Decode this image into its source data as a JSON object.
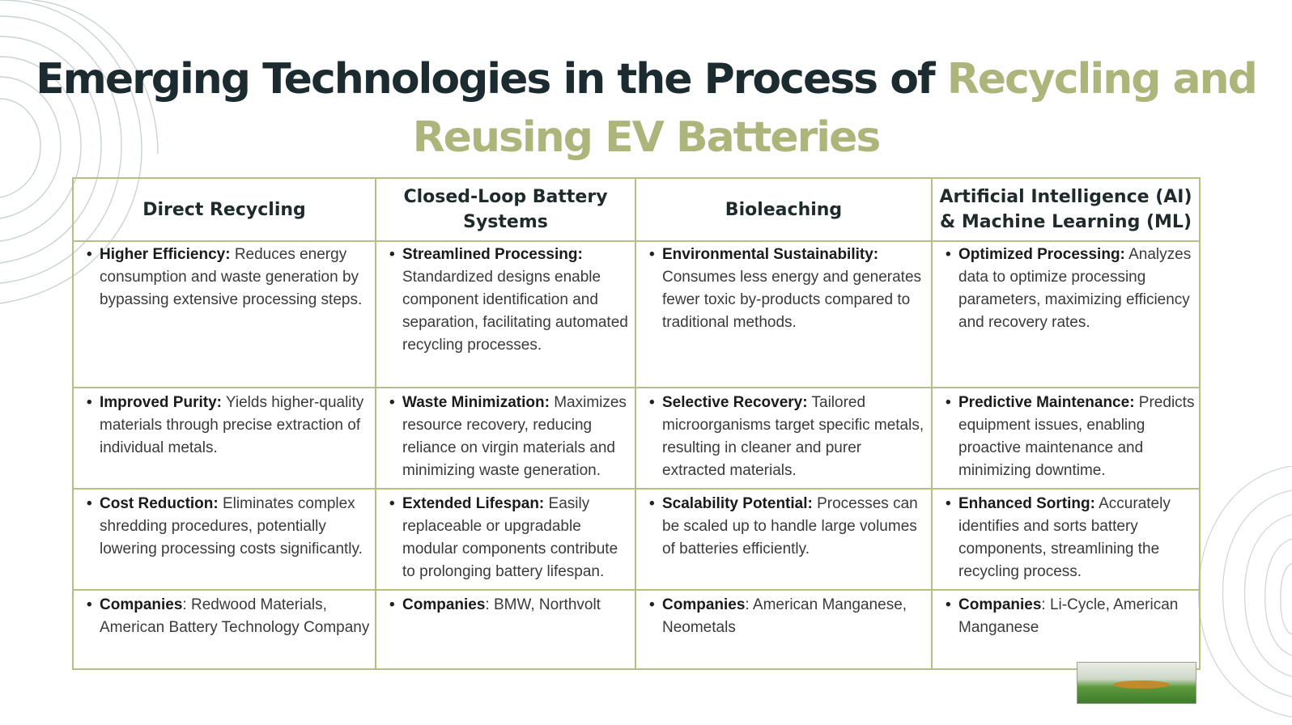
{
  "title": {
    "part1": "Emerging Technologies in the Process of ",
    "part2_accent": "Recycling and",
    "line2_accent": "Reusing EV Batteries"
  },
  "colors": {
    "title_dark": "#1b2b2f",
    "title_accent": "#aeb57a",
    "table_border": "#b8bd86"
  },
  "table": {
    "headers": [
      "Direct Recycling",
      "Closed-Loop Battery Systems",
      "Bioleaching",
      "Artificial Intelligence (AI) & Machine Learning (ML)"
    ],
    "rows": [
      [
        {
          "bold": "Higher Efficiency:",
          "text": " Reduces energy consumption and waste generation by bypassing extensive processing steps."
        },
        {
          "bold": "Streamlined Processing:",
          "text": " Standardized designs enable component identification and separation, facilitating automated recycling processes."
        },
        {
          "bold": "Environmental Sustainability:",
          "text": " Consumes less energy and generates fewer toxic by-products compared to traditional methods."
        },
        {
          "bold": "Optimized Processing:",
          "text": " Analyzes data to optimize processing parameters, maximizing efficiency and recovery rates."
        }
      ],
      [
        {
          "bold": "Improved Purity:",
          "text": " Yields higher-quality materials through precise extraction of individual metals."
        },
        {
          "bold": "Waste Minimization:",
          "text": " Maximizes resource recovery, reducing reliance on virgin materials and minimizing waste generation."
        },
        {
          "bold": "Selective Recovery:",
          "text": " Tailored microorganisms target specific metals, resulting in cleaner and purer extracted materials."
        },
        {
          "bold": "Predictive Maintenance:",
          "text": " Predicts equipment issues, enabling proactive maintenance and minimizing downtime."
        }
      ],
      [
        {
          "bold": "Cost Reduction:",
          "text": " Eliminates complex shredding procedures, potentially lowering processing costs significantly."
        },
        {
          "bold": "Extended Lifespan:",
          "text": " Easily replaceable or upgradable modular components contribute to prolonging battery lifespan."
        },
        {
          "bold": "Scalability Potential:",
          "text": " Processes can be scaled up to handle large volumes of batteries efficiently."
        },
        {
          "bold": "Enhanced Sorting:",
          "text": " Accurately identifies and sorts battery components, streamlining the recycling process."
        }
      ],
      [
        {
          "bold": "Companies",
          "text": ": Redwood Materials, American Battery Technology Company"
        },
        {
          "bold": "Companies",
          "text": ": BMW, Northvolt"
        },
        {
          "bold": "Companies",
          "text": ": American Manganese, Neometals"
        },
        {
          "bold": "Companies",
          "text": ": Li-Cycle, American Manganese"
        }
      ]
    ],
    "bullet": "•"
  },
  "decorations": {
    "left_icon": "contour-lines-decoration",
    "right_icon": "contour-lines-decoration",
    "image": "landscape-thumbnail"
  }
}
